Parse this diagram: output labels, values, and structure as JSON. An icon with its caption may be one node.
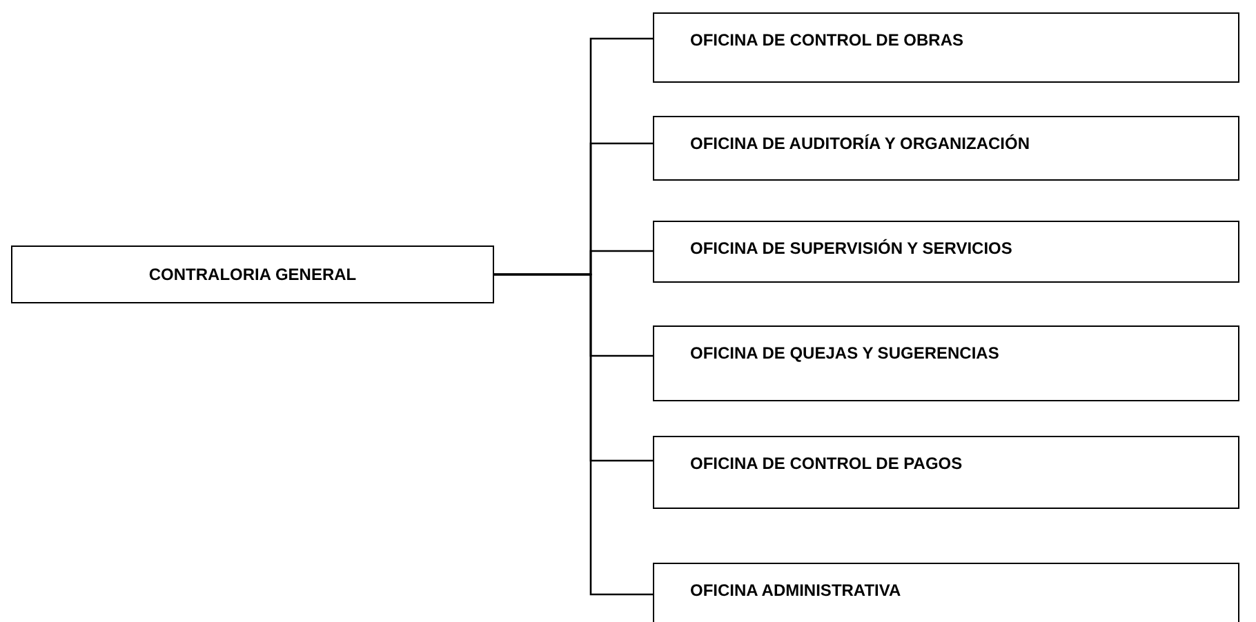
{
  "diagram": {
    "nodes": [
      {
        "text": [
          "CONTRALORIA GENERAL"
        ]
      },
      {
        "text": [
          "OFICINA DE CONTROL DE OBRAS"
        ]
      },
      {
        "text": [
          "OFICINA DE AUDITORÍA Y ORGANIZACIÓN"
        ]
      },
      {
        "text": [
          "OFICINA DE SUPERVISIÓN Y SERVICIOS"
        ]
      },
      {
        "text": [
          "OFICINA DE QUEJAS Y SUGERENCIAS"
        ]
      },
      {
        "text": [
          "OFICINA DE CONTROL DE PAGOS"
        ]
      },
      {
        "text": [
          "OFICINA ADMINISTRATIVA"
        ]
      }
    ],
    "edges": [
      {
        "from": 0,
        "to": 1,
        "arrow": "none"
      },
      {
        "from": 0,
        "to": 2,
        "arrow": "none"
      },
      {
        "from": 0,
        "to": 3,
        "arrow": "none"
      },
      {
        "from": 0,
        "to": 4,
        "arrow": "none"
      },
      {
        "from": 0,
        "to": 5,
        "arrow": "none"
      },
      {
        "from": 0,
        "to": 6,
        "arrow": "none"
      }
    ]
  }
}
